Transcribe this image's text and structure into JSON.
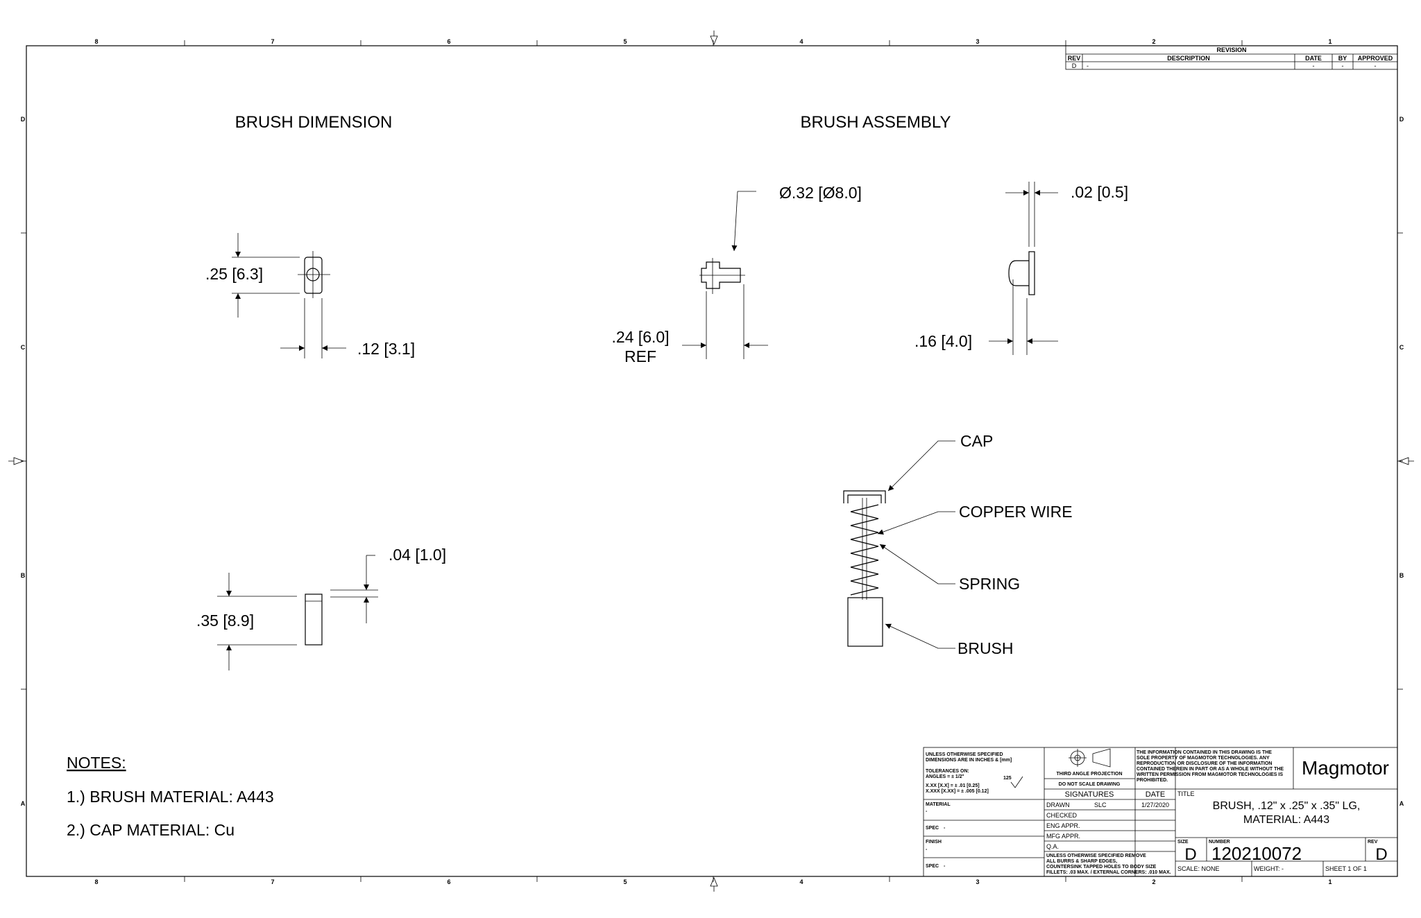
{
  "zones": {
    "columns": [
      "8",
      "7",
      "6",
      "5",
      "4",
      "3",
      "2",
      "1"
    ],
    "rows": [
      "D",
      "C",
      "B",
      "A"
    ]
  },
  "views": {
    "dimension_title": "BRUSH DIMENSION",
    "assembly_title": "BRUSH ASSEMBLY"
  },
  "dims": {
    "d_025": ".25 [6.3]",
    "d_012": ".12 [3.1]",
    "d_035": ".35 [8.9]",
    "d_004": ".04 [1.0]",
    "d_032": "Ø.32 [Ø8.0]",
    "d_024": ".24 [6.0]",
    "d_024_ref": "REF",
    "d_002": ".02 [0.5]",
    "d_016": ".16 [4.0]"
  },
  "callouts": {
    "cap": "CAP",
    "copper_wire": "COPPER WIRE",
    "spring": "SPRING",
    "brush": "BRUSH"
  },
  "notes": {
    "heading": "NOTES:",
    "items": [
      "1.) BRUSH MATERIAL: A443",
      "2.) CAP MATERIAL: Cu"
    ]
  },
  "revision": {
    "header": "REVISION",
    "col_rev": "REV",
    "col_desc": "DESCRIPTION",
    "col_date": "DATE",
    "col_by": "BY",
    "col_approved": "APPROVED",
    "row": {
      "rev": "D",
      "desc": "-",
      "date": "-",
      "by": "-",
      "approved": "-"
    }
  },
  "titleblock": {
    "tol_lines": [
      "UNLESS OTHERWISE SPECIFIED",
      "DIMENSIONS ARE IN INCHES & [mm]",
      "TOLERANCES ON:",
      "ANGLES = ± 1/2°",
      "X.XX [X.X] = ± .01 [0.25]",
      "X.XXX [X.XX] = ± .005 [0.12]"
    ],
    "finish_mark": "125",
    "material_label": "MATERIAL",
    "material_value": "-",
    "spec_label": "SPEC",
    "spec_value": "-",
    "finish_label": "FINISH",
    "finish_value": "-",
    "spec2_label": "SPEC",
    "spec2_value": "-",
    "projection": "THIRD ANGLE PROJECTION",
    "no_scale": "DO NOT SCALE DRAWING",
    "signatures": "SIGNATURES",
    "date_label": "DATE",
    "drawn": "DRAWN",
    "drawn_by": "SLC",
    "drawn_date": "1/27/2020",
    "checked": "CHECKED",
    "eng_appr": "ENG APPR.",
    "mfg_appr": "MFG APPR.",
    "qa": "Q.A.",
    "burr_lines": [
      "UNLESS OTHERWISE SPECIFIED REMOVE",
      "ALL BURRS & SHARP EDGES,",
      "COUNTERSINK TAPPED HOLES TO BODY SIZE",
      "FILLETS: .03 MAX. / EXTERNAL CORNERS: .010 MAX."
    ],
    "prop_lines": [
      "THE INFORMATION CONTAINED IN THIS DRAWING IS THE",
      "SOLE PROPERTY OF MAGMOTOR TECHNOLOGIES. ANY",
      "REPRODUCTION OR DISCLOSURE OF THE INFORMATION",
      "CONTAINED THEREIN IN PART OR AS A WHOLE WITHOUT THE",
      "WRITTEN PERMISSION FROM MAGMOTOR TECHNOLOGIES IS",
      "PROHIBITED."
    ],
    "logo": "Magmotor",
    "title_label": "TITLE",
    "title_line1": "BRUSH, .12\" x .25\" x .35\" LG,",
    "title_line2": "MATERIAL: A443",
    "size_label": "SIZE",
    "size_value": "D",
    "number_label": "NUMBER",
    "number_value": "120210072",
    "rev_label": "REV",
    "rev_value": "D",
    "scale": "SCALE: NONE",
    "weight": "WEIGHT: -",
    "sheet": "SHEET 1 OF 1"
  }
}
